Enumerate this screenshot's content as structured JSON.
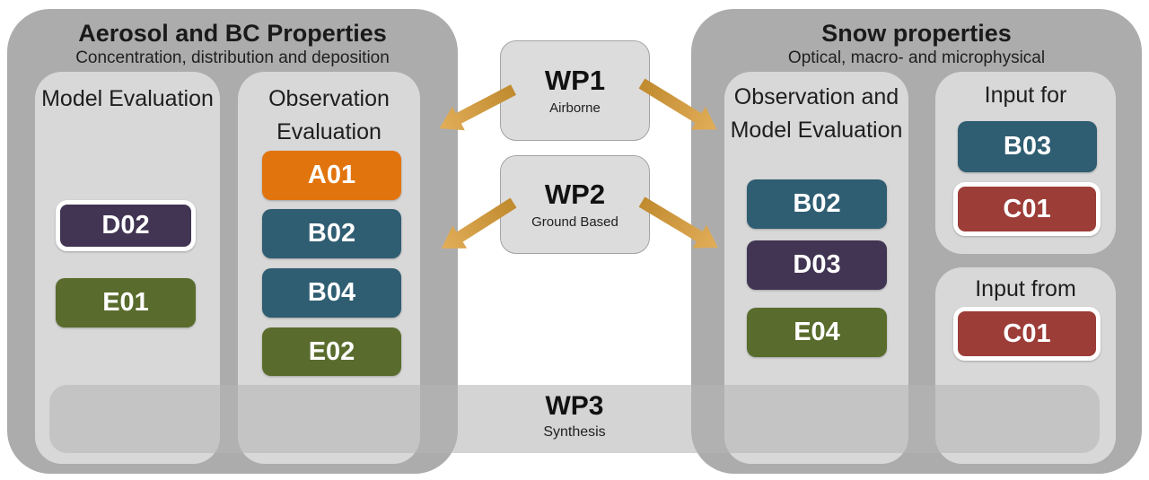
{
  "colors": {
    "outer_group_bg": "#acacac",
    "inner_panel_bg": "#d8d8d8",
    "wp_box_bg": "#dcdcdc",
    "wp3_band_bg": "#b5b5b5",
    "chip_orange": "#e2740e",
    "chip_teal": "#2f5d72",
    "chip_purple": "#413553",
    "chip_olive": "#596c2d",
    "chip_red": "#9c3d38",
    "arrow_orange": "#cf973a",
    "chip_text": "#ffffff"
  },
  "left_group": {
    "title": "Aerosol and BC Properties",
    "subtitle": "Concentration, distribution and deposition",
    "panels": [
      {
        "title": "Model Evaluation",
        "items": [
          {
            "label": "D02",
            "color": "purple",
            "outlined": true
          },
          {
            "label": "E01",
            "color": "olive",
            "outlined": false
          }
        ]
      },
      {
        "title": "Observation Evaluation",
        "items": [
          {
            "label": "A01",
            "color": "orange",
            "outlined": false
          },
          {
            "label": "B02",
            "color": "teal",
            "outlined": false
          },
          {
            "label": "B04",
            "color": "teal",
            "outlined": false
          },
          {
            "label": "E02",
            "color": "olive",
            "outlined": false
          }
        ]
      }
    ]
  },
  "right_group": {
    "title": "Snow properties",
    "subtitle": "Optical, macro- and microphysical",
    "panels": [
      {
        "title": "Observation and Model Evaluation",
        "items": [
          {
            "label": "B02",
            "color": "teal",
            "outlined": false
          },
          {
            "label": "D03",
            "color": "purple",
            "outlined": false
          },
          {
            "label": "E04",
            "color": "olive",
            "outlined": false
          }
        ]
      },
      {
        "title": "Input for",
        "items": [
          {
            "label": "B03",
            "color": "teal",
            "outlined": false
          },
          {
            "label": "C01",
            "color": "red",
            "outlined": true
          }
        ]
      },
      {
        "title": "Input from",
        "items": [
          {
            "label": "C01",
            "color": "red",
            "outlined": true
          }
        ]
      }
    ]
  },
  "center": {
    "wp1": {
      "title": "WP1",
      "subtitle": "Airborne"
    },
    "wp2": {
      "title": "WP2",
      "subtitle": "Ground Based"
    },
    "wp3": {
      "title": "WP3",
      "subtitle": "Synthesis"
    },
    "arrows": [
      "wp1-to-left-group",
      "wp1-to-right-group",
      "wp2-to-left-group",
      "wp2-to-right-group"
    ]
  }
}
